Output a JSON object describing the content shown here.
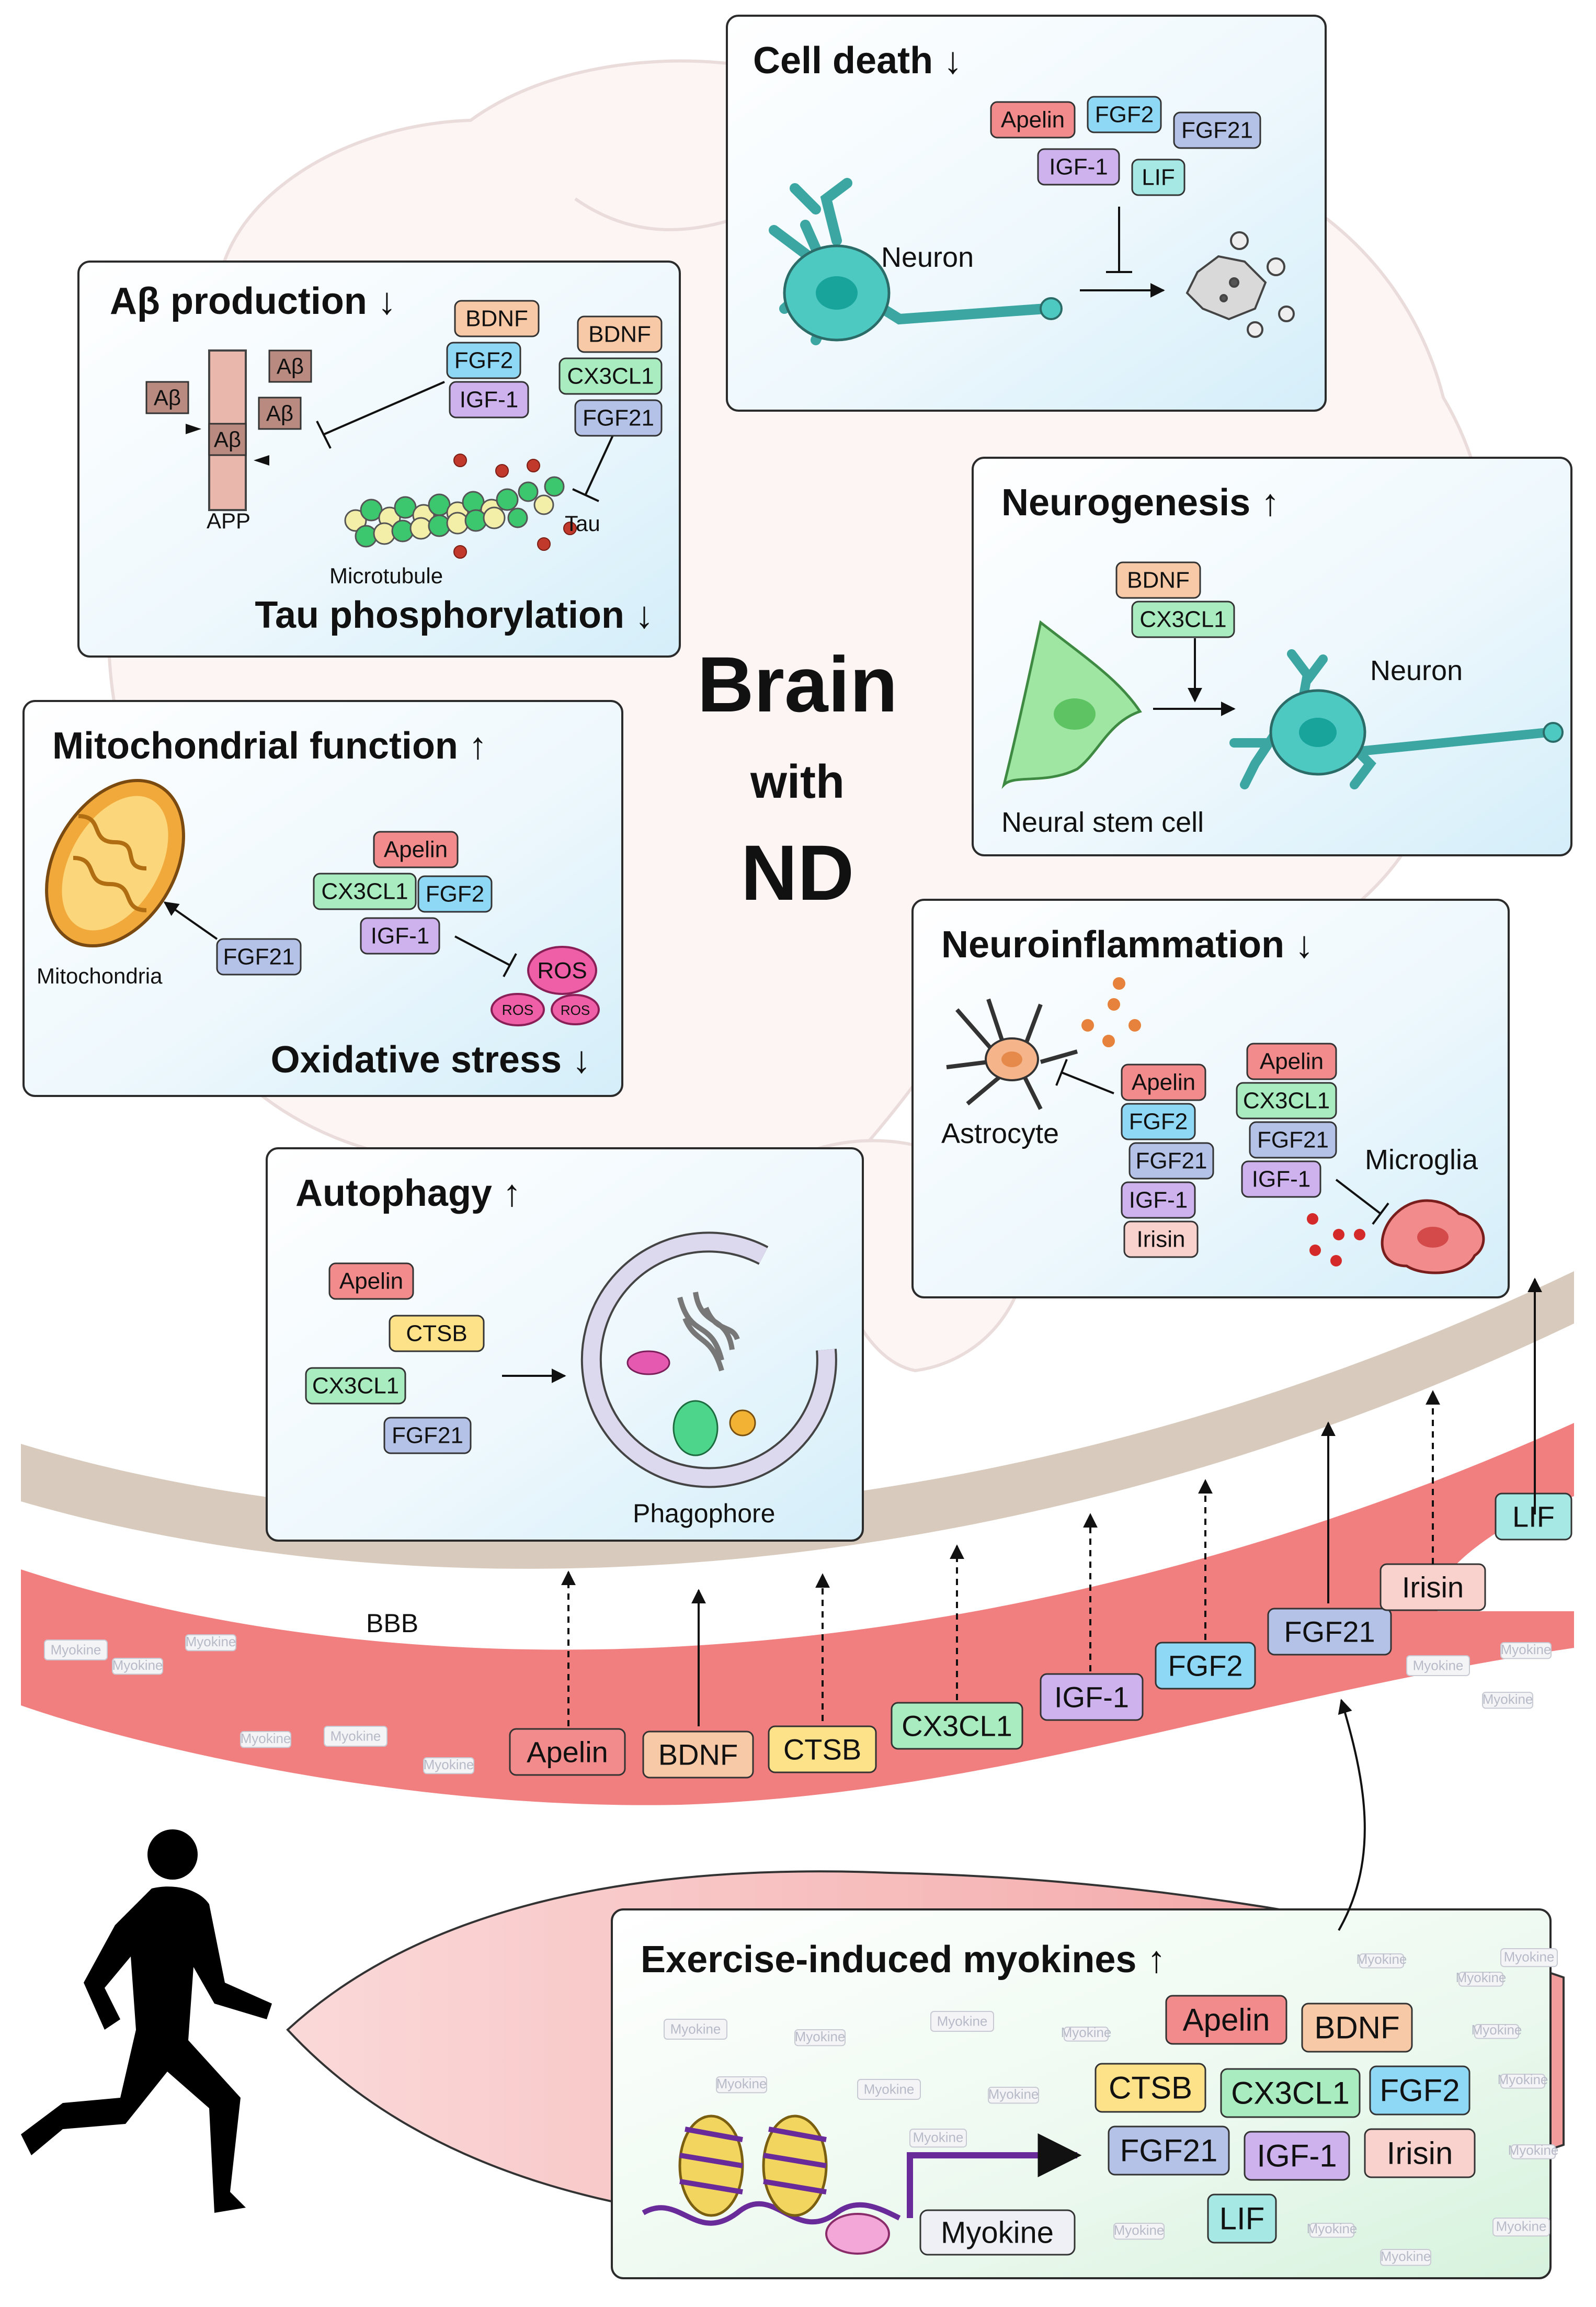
{
  "center": {
    "l1": "Brain",
    "l2": "with",
    "l3": "ND"
  },
  "panels": {
    "abeta": {
      "title": "Aβ production ↓",
      "subtitle": "Tau phosphorylation ↓",
      "app": "APP",
      "ab": "Aβ",
      "microtubule": "Microtubule",
      "tau": "Tau"
    },
    "celldeath": {
      "title": "Cell death ↓",
      "neuron": "Neuron"
    },
    "neurogenesis": {
      "title": "Neurogenesis ↑",
      "neuron": "Neuron",
      "nsc": "Neural stem cell"
    },
    "mito": {
      "title": "Mitochondrial function ↑",
      "subtitle": "Oxidative stress ↓",
      "mitochondria": "Mitochondria",
      "ros": "ROS"
    },
    "neuroinflam": {
      "title": "Neuroinflammation ↓",
      "astrocyte": "Astrocyte",
      "microglia": "Microglia"
    },
    "autophagy": {
      "title": "Autophagy ↑",
      "phagophore": "Phagophore"
    },
    "exercise": {
      "title": "Exercise-induced myokines ↑",
      "myokine": "Myokine"
    }
  },
  "bbb": "BBB",
  "watermark": "Myokine",
  "myokines": {
    "apelin": "Apelin",
    "bdnf": "BDNF",
    "ctsb": "CTSB",
    "cx3cl1": "CX3CL1",
    "fgf2": "FGF2",
    "fgf21": "FGF21",
    "igf1": "IGF-1",
    "irisin": "Irisin",
    "lif": "LIF"
  },
  "colors": {
    "apelin": "#f28b8b",
    "bdnf": "#f7c9a6",
    "ctsb": "#fde28a",
    "cx3cl1": "#a9ecc0",
    "fgf2": "#8fd8f5",
    "fgf21": "#b5c2e8",
    "igf1": "#cdb2ee",
    "irisin": "#f9d1cd",
    "lif": "#a6e8e3",
    "panel": "#e4f3fb",
    "bbb": "#d8cbbd",
    "vessel": "#f07a7a"
  }
}
